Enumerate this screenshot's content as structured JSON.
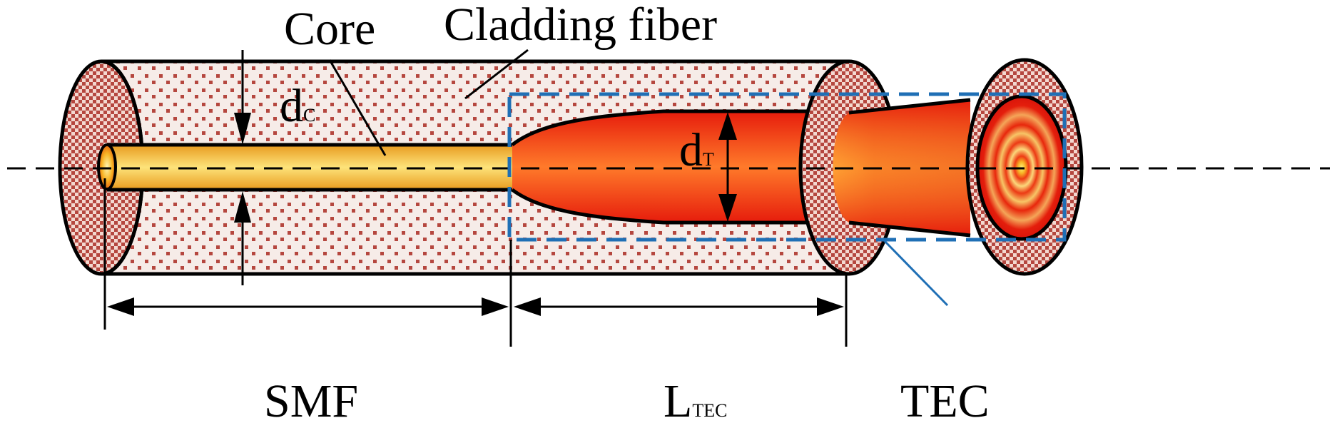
{
  "labels": {
    "core": "Core",
    "cladding": "Cladding fiber",
    "dc_main": "d",
    "dc_sub": "C",
    "dt_main": "d",
    "dt_sub": "T",
    "smf": "SMF",
    "ltec_main": "L",
    "ltec_sub": "TEC",
    "tec": "TEC"
  },
  "colors": {
    "cladding_fill": "#f6ece8",
    "cladding_dots": "#b5473f",
    "core_light": "#fde37a",
    "core_dark": "#e89a1e",
    "taper_light": "#ff6a2a",
    "taper_dark": "#e61c0c",
    "dashed_box": "#1f6fb5",
    "outline": "#000000"
  }
}
